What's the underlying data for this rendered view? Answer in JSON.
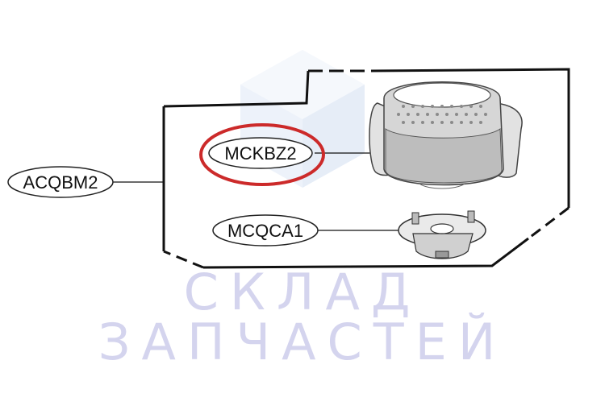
{
  "watermark": {
    "line1": "СКЛАД",
    "line2": "ЗАПЧАСТЕЙ"
  },
  "labels": {
    "assembly": "ACQBM2",
    "filter": "MCKBZ2",
    "holder": "MCQCA1"
  },
  "colors": {
    "outline": "#111111",
    "highlight": "#cc2a2a",
    "watermark_text": "#d4d4ee",
    "watermark_logo": "#dfe8f6"
  }
}
